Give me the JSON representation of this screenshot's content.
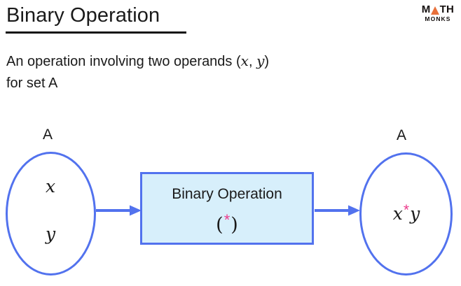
{
  "page": {
    "title": "Binary Operation",
    "subtitle_prefix": "An operation involving two operands (",
    "subtitle_var1": "x",
    "subtitle_comma": ", ",
    "subtitle_var2": "y",
    "subtitle_suffix": ")",
    "subtitle_line2": "for set A"
  },
  "logo": {
    "word_top_before": "M",
    "word_top_after": "TH",
    "triangle_is_letter": "A",
    "word_bottom": "MONKS",
    "triangle_color": "#e8703a",
    "text_color": "#15100f",
    "icon": "math-monks-logo"
  },
  "diagram": {
    "left_set": {
      "label": "A",
      "elements": [
        "x",
        "y"
      ]
    },
    "right_set": {
      "label": "A",
      "result_left": "x",
      "result_operator": "*",
      "result_right": "y"
    },
    "operation_box": {
      "title": "Binary Operation",
      "symbol_open": "(",
      "symbol_operator": "*",
      "symbol_close": ")"
    },
    "arrows": [
      {
        "name": "arrow-left-to-box",
        "direction": "right"
      },
      {
        "name": "arrow-box-to-right",
        "direction": "right"
      }
    ],
    "colors": {
      "outline_blue": "#5272ee",
      "box_fill": "#d7effb",
      "operator_pink": "#ec3b8c",
      "text_black": "#1a1a1a"
    }
  }
}
